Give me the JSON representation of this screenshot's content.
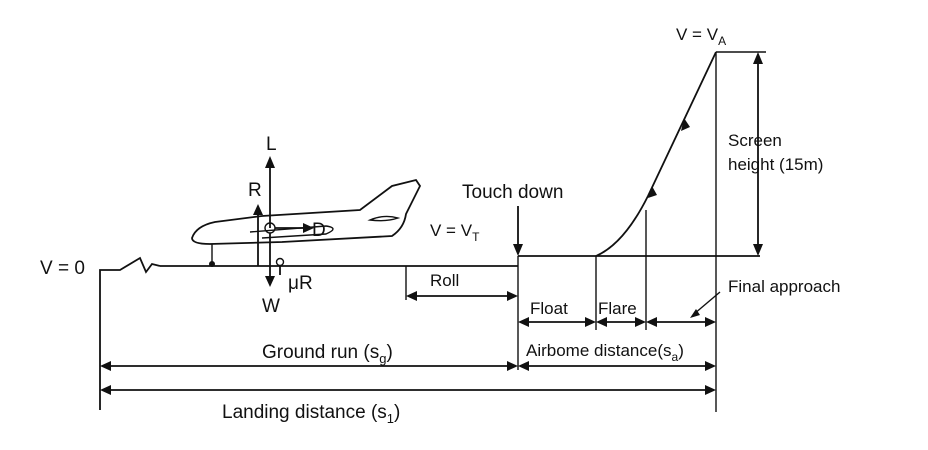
{
  "labels": {
    "v_zero": "V = 0",
    "v_touch": "V = V",
    "v_touch_sub": "T",
    "v_approach": "V = V",
    "v_approach_sub": "A",
    "touch_down": "Touch down",
    "screen_height_1": "Screen",
    "screen_height_2": "height (15m)",
    "final_approach": "Final approach",
    "roll": "Roll",
    "float": "Float",
    "flare": "Flare",
    "ground_run": "Ground run (s",
    "ground_run_sub": "g",
    "ground_run_end": ")",
    "airborne_distance": "Airbome distance(s",
    "airborne_sub": "a",
    "airborne_end": ")",
    "landing_distance": "Landing distance (s",
    "landing_sub": "1",
    "landing_end": ")"
  },
  "forces": {
    "lift": "L",
    "reaction": "R",
    "drag": "D",
    "weight": "W",
    "friction": "μR"
  },
  "colors": {
    "ink": "#111111",
    "background": "#ffffff"
  }
}
